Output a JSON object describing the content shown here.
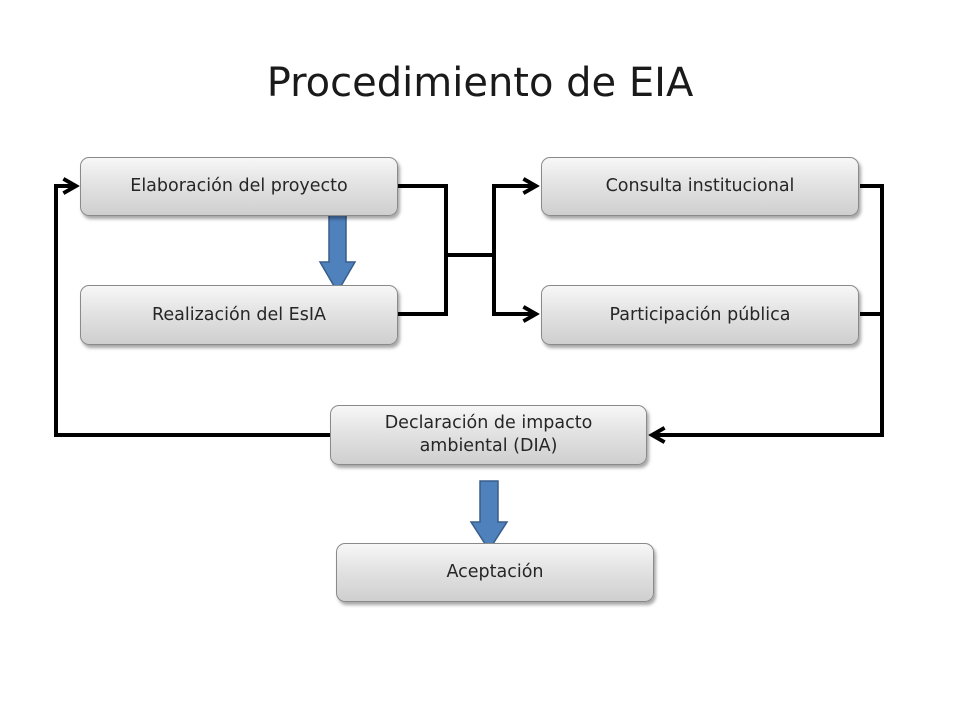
{
  "title": "Procedimiento de EIA",
  "nodes": {
    "elaboracion": "Elaboración del proyecto",
    "realizacion": "Realización del EsIA",
    "consulta": "Consulta institucional",
    "participacion": "Participación pública",
    "declaracion": "Declaración de impacto ambiental (DIA)",
    "aceptacion": "Aceptación"
  },
  "colors": {
    "connector": "#000000",
    "block_arrow": "#4f81bd",
    "block_arrow_border": "#385d8a",
    "box_border": "#8a8a8a"
  }
}
